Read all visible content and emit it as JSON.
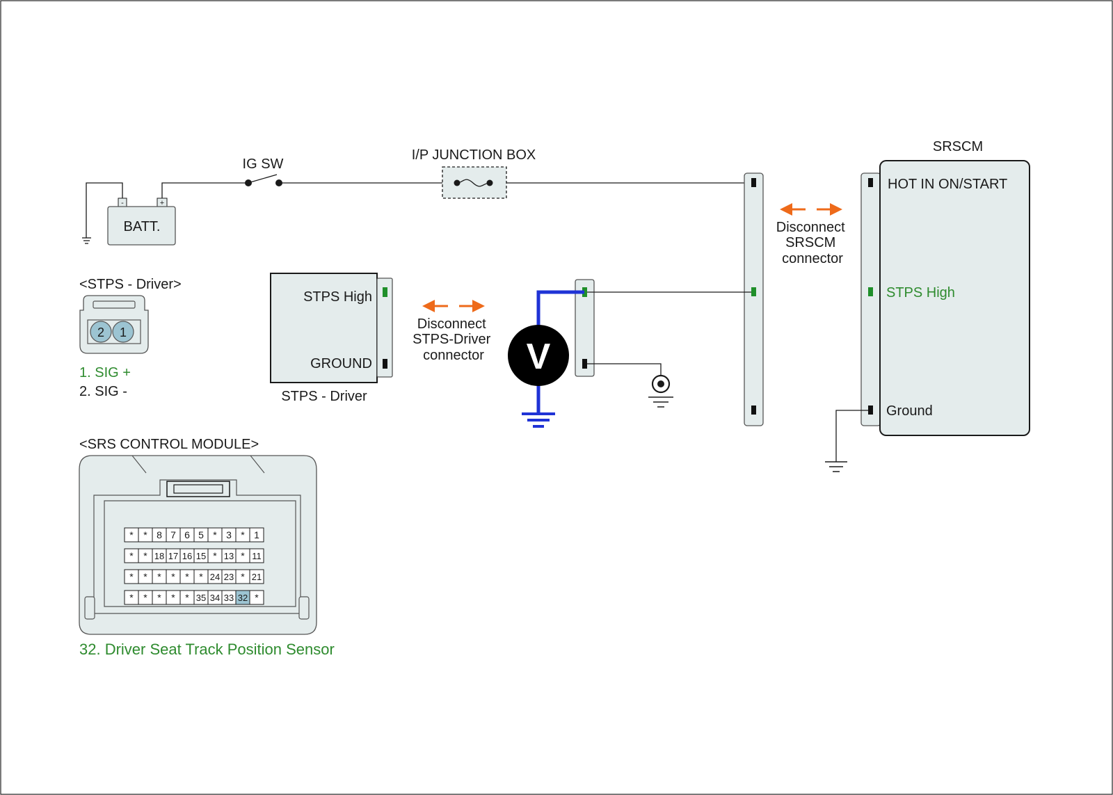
{
  "colors": {
    "line": "#1a1a1a",
    "panel_fill": "#e4ecec",
    "panel_stroke": "#555555",
    "green_text": "#2e8b2e",
    "green_pin": "#1f8f2a",
    "orange_arrow": "#ee6a1a",
    "probe_blue": "#1f33d6",
    "pin_highlight": "#9cc4d2"
  },
  "circuit": {
    "battery_label": "BATT.",
    "battery_minus": "-",
    "battery_plus": "+",
    "ig_switch_label": "IG SW",
    "junction_box_label": "I/P JUNCTION BOX",
    "srscm_title": "SRSCM",
    "srscm_pin_hot": "HOT IN ON/START",
    "srscm_pin_stps": "STPS High",
    "srscm_pin_ground": "Ground",
    "disconnect_srscm": [
      "Disconnect",
      "SRSCM",
      "connector"
    ],
    "stps_box_high": "STPS High",
    "stps_box_ground": "GROUND",
    "stps_box_caption": "STPS - Driver",
    "disconnect_stps": [
      "Disconnect",
      "STPS-Driver",
      "connector"
    ],
    "voltmeter_symbol": "V"
  },
  "stps_connector": {
    "title": "<STPS - Driver>",
    "pin_labels": [
      "2",
      "1"
    ],
    "pin_1": "1. SIG +",
    "pin_2": "2. SIG -"
  },
  "srs_module": {
    "title": "<SRS CONTROL MODULE>",
    "rows": [
      [
        "*",
        "*",
        "8",
        "7",
        "6",
        "5",
        "*",
        "3",
        "*",
        "1"
      ],
      [
        "*",
        "*",
        "18",
        "17",
        "16",
        "15",
        "*",
        "13",
        "*",
        "11"
      ],
      [
        "*",
        "*",
        "*",
        "*",
        "*",
        "*",
        "24",
        "23",
        "*",
        "21"
      ],
      [
        "*",
        "*",
        "*",
        "*",
        "*",
        "35",
        "34",
        "33",
        "32",
        "*"
      ]
    ],
    "highlighted_pin": "32",
    "caption": "32. Driver Seat Track Position Sensor"
  }
}
